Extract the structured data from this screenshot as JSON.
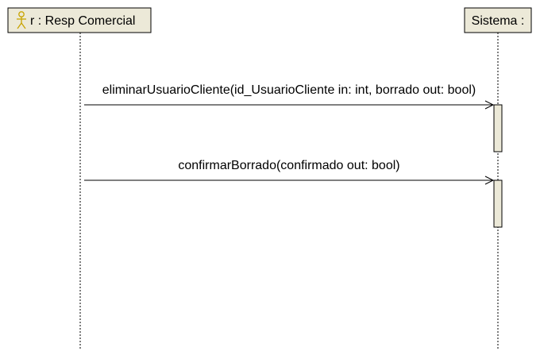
{
  "diagram": {
    "type": "sequence",
    "lifelines": [
      {
        "id": "actor",
        "label": "r : Resp Comercial",
        "kind": "actor",
        "icon": "actor-stick-figure-icon"
      },
      {
        "id": "system",
        "label": "Sistema :",
        "kind": "object"
      }
    ],
    "messages": [
      {
        "from": "actor",
        "to": "system",
        "label": "eliminarUsuarioCliente(id_UsuarioCliente in: int, borrado out: bool)"
      },
      {
        "from": "actor",
        "to": "system",
        "label": "confirmarBorrado(confirmado out: bool)"
      }
    ],
    "colors": {
      "header_fill": "#ECE9D8",
      "activation_fill": "#ECE9D8",
      "actor_icon": "#C8A400",
      "line": "#000000"
    }
  }
}
